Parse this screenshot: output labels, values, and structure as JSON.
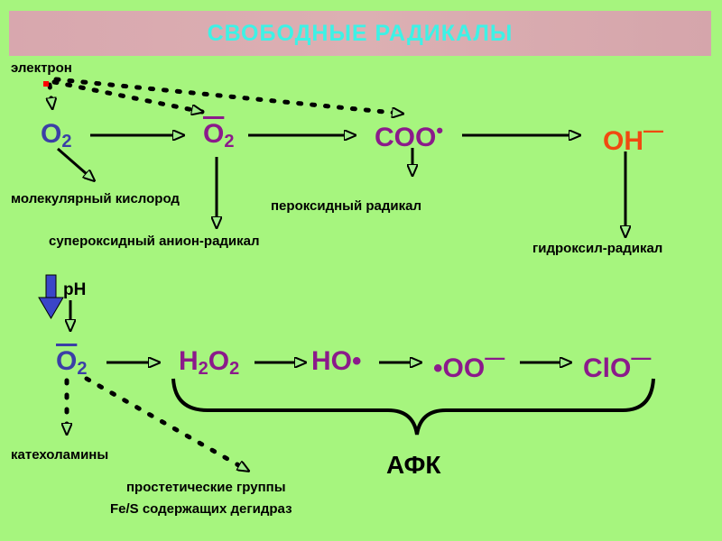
{
  "title": "СВОБОДНЫЕ РАДИКАЛЫ",
  "labels": {
    "electron": "электрон",
    "molecular_oxygen": "молекулярный кислород",
    "superoxide": "супероксидный анион-радикал",
    "peroxide": "пероксидный радикал",
    "hydroxyl": "гидроксил-радикал",
    "ph": "pH",
    "catecholamines": "катехоламины",
    "prosthetic_1": "простетические группы",
    "prosthetic_2": "Fe/S содержащих дегидраз",
    "afk": "АФК"
  },
  "species": {
    "o2_base": "O",
    "o2_sub": "2",
    "coo": "COO",
    "coo_dot": "•",
    "oh": "OH",
    "oh_charge": "—",
    "h2o2_h": "H",
    "h2o2_sub1": "2",
    "h2o2_o": "O",
    "h2o2_sub2": "2",
    "ho": "HO•",
    "oo": "•OO",
    "oo_charge": "—",
    "clo": "ClO",
    "clo_charge": "—"
  },
  "colors": {
    "background": "#a6f57e",
    "title_text": "#3df2e6",
    "title_bar": "#d8a7ae",
    "o2_blue": "#3b3fa6",
    "purple": "#8b1a8b",
    "orange_red": "#f04a10",
    "electron_red": "#ff0000",
    "ph_arrow": "#3a46c8",
    "arrow_head": "#a0ee8a"
  }
}
